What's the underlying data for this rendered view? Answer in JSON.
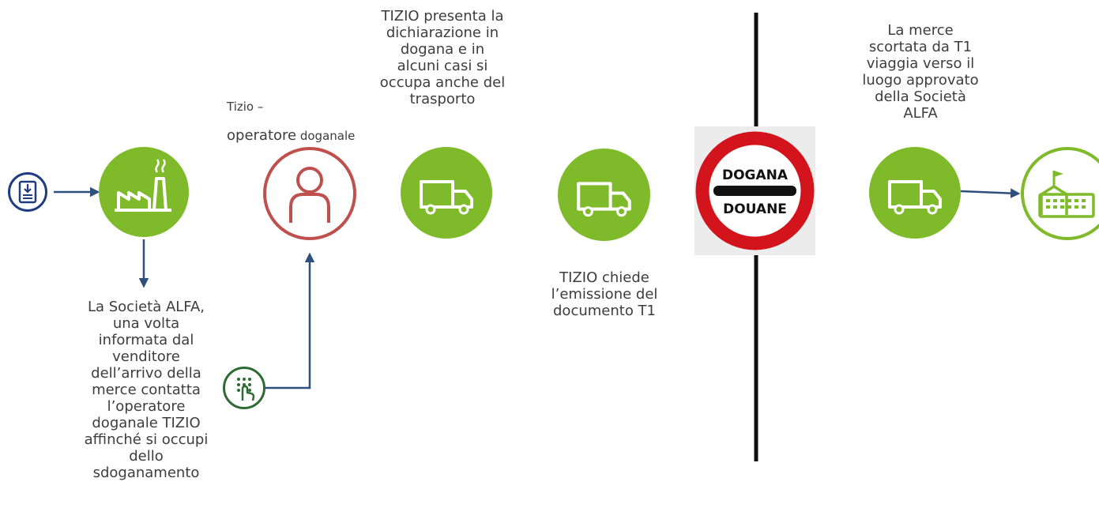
{
  "steps": {
    "society": {
      "icon": "factory-icon",
      "text": [
        "La Società ALFA,",
        "una volta",
        "informata dal",
        "venditore",
        "dell’arrivo della",
        "merce contatta",
        "l’operatore",
        "doganale TIZIO",
        "affinché si occupi",
        "dello",
        "sdoganamento"
      ]
    },
    "operator": {
      "icon": "person-icon",
      "label_small": "Tizio –",
      "label_main": "operatore",
      "label_tail": " doganale"
    },
    "declaration": {
      "icon": "truck-icon",
      "text": [
        "TIZIO presenta la",
        "dichiarazione in",
        "dogana e in",
        "alcuni casi si",
        "occupa anche del",
        "trasporto"
      ]
    },
    "t1_request": {
      "icon": "truck-icon",
      "text": [
        "TIZIO chiede",
        "l’emissione del",
        "documento T1"
      ]
    },
    "customs_sign": {
      "icon": "customs-stop-sign",
      "line1": "DOGANA",
      "line2": "DOUANE"
    },
    "transit": {
      "icon": "truck-icon",
      "text": [
        "La merce",
        "scortata da T1",
        "viaggia verso il",
        "luogo approvato",
        "della Società",
        "ALFA"
      ]
    },
    "warehouse": {
      "icon": "warehouse-flag-icon"
    },
    "document": {
      "icon": "document-download-icon"
    },
    "phone": {
      "icon": "phone-keypad-icon"
    }
  },
  "colors": {
    "green": "#7fba2a",
    "red_outline": "#c0504d",
    "arrow_blue": "#2f4f7f",
    "document_blue": "#1f3b82",
    "phone_green": "#2e6b33",
    "sign_red": "#d4141c"
  }
}
